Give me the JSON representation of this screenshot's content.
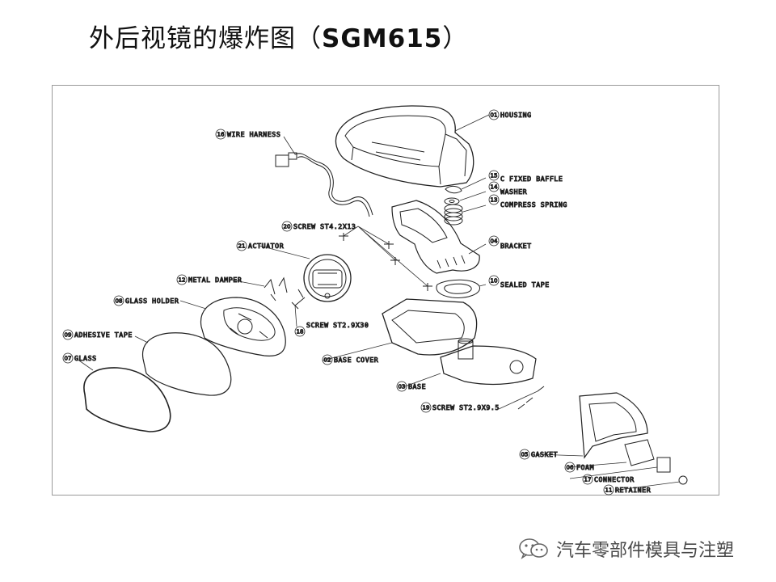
{
  "title": {
    "main": "外后视镜的爆炸图（",
    "model": "SGM615",
    "close": "）"
  },
  "callouts": [
    {
      "num": "01",
      "label": "HOUSING"
    },
    {
      "num": "16",
      "label": "WIRE HARNESS"
    },
    {
      "num": "15",
      "label": "C FIXED BAFFLE"
    },
    {
      "num": "14",
      "label": "WASHER"
    },
    {
      "num": "13",
      "label": "COMPRESS SPRING"
    },
    {
      "num": "20",
      "label": "SCREW ST4.2X13"
    },
    {
      "num": "04",
      "label": "BRACKET"
    },
    {
      "num": "21",
      "label": "ACTUATOR"
    },
    {
      "num": "10",
      "label": "SEALED TAPE"
    },
    {
      "num": "12",
      "label": "METAL DAMPER"
    },
    {
      "num": "08",
      "label": "GLASS HOLDER"
    },
    {
      "num": "18",
      "label": "SCREW ST2.9X30"
    },
    {
      "num": "09",
      "label": "ADHESIVE TAPE"
    },
    {
      "num": "02",
      "label": "BASE COVER"
    },
    {
      "num": "07",
      "label": "GLASS"
    },
    {
      "num": "03",
      "label": "BASE"
    },
    {
      "num": "19",
      "label": "SCREW ST2.9X9.5"
    },
    {
      "num": "05",
      "label": "GASKET"
    },
    {
      "num": "06",
      "label": "FOAM"
    },
    {
      "num": "17",
      "label": "CONNECTOR"
    },
    {
      "num": "11",
      "label": "RETAINER"
    }
  ],
  "watermark": {
    "text": "汽车零部件模具与注塑",
    "icon": "wechat-icon"
  }
}
